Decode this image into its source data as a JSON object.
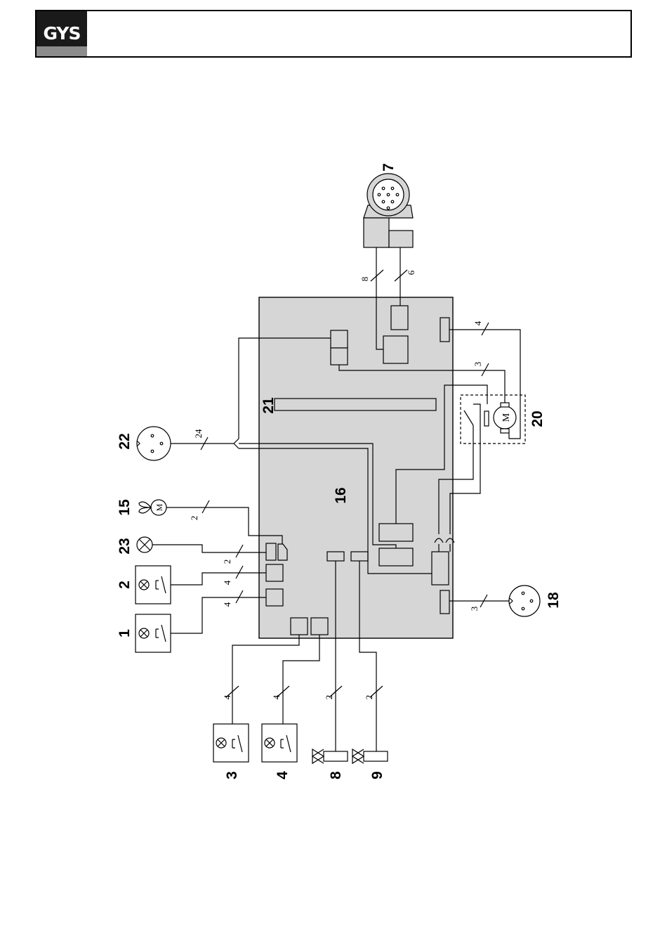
{
  "header": {
    "logo": "GYS"
  },
  "labels": {
    "c1": "1",
    "c2": "2",
    "c3": "3",
    "c4": "4",
    "c7": "7",
    "c8": "8",
    "c9": "9",
    "c15": "15",
    "c16": "16",
    "c18": "18",
    "c20": "20",
    "c21": "21",
    "c22": "22",
    "c23": "23"
  },
  "wire_counts": {
    "w24": "24",
    "w15": "2",
    "w23": "2",
    "w2": "4",
    "w1": "4",
    "w3": "4",
    "w4": "4",
    "w8": "2",
    "w9": "2",
    "w7a": "8",
    "w7b": "6",
    "w20a": "4",
    "w20b": "3",
    "w18": "3"
  },
  "icons": {
    "motor_letter": "M"
  }
}
